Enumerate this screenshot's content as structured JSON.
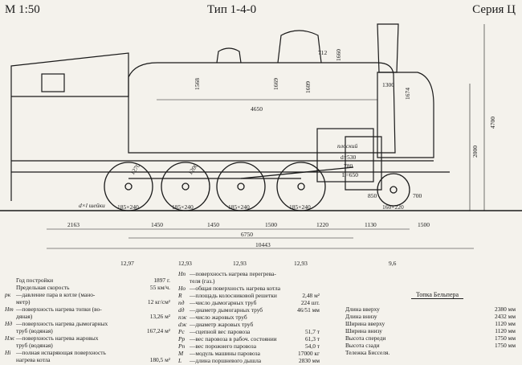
{
  "header": {
    "scale": "М 1:50",
    "type": "Тип 1-4-0",
    "series": "Серия Ц"
  },
  "drawing": {
    "dims_top": [
      "712",
      "1660",
      "1568",
      "1669",
      "1609",
      "1300",
      "1674",
      "4650"
    ],
    "dims_right": [
      "4700",
      "2000"
    ],
    "firebox_labels": [
      "плоский",
      "d=530",
      "780",
      "L=650"
    ],
    "wheel_labels": [
      "1270",
      "1200",
      "850",
      "700"
    ],
    "axle_labels": [
      "d×l шейки",
      "185×240",
      "185×240",
      "185×240",
      "185×240",
      "160×220"
    ],
    "length_row1": [
      "2163",
      "1450",
      "1450",
      "1500",
      "1220",
      "1130",
      "1500"
    ],
    "length_row2": "6750",
    "length_row3": "10443",
    "axle_loads": [
      "12,97",
      "12,93",
      "12,93",
      "12,93",
      "9,6"
    ]
  },
  "specs_left": [
    {
      "sym": "",
      "label": "Год постройки",
      "value": "1897 г."
    },
    {
      "sym": "",
      "label": "Предельная скорость",
      "value": "55 км/ч."
    },
    {
      "sym": "pк",
      "label": "—давление пара в котле (мано-",
      "value": ""
    },
    {
      "sym": "",
      "label": "метр)",
      "value": "12 кг/см²"
    },
    {
      "sym": "Hт",
      "label": "—поверхность нагрева топки (во-",
      "value": ""
    },
    {
      "sym": "",
      "label": "дяная)",
      "value": "13,26 м²"
    },
    {
      "sym": "Hд",
      "label": "—поверхность нагрева дымогарных",
      "value": ""
    },
    {
      "sym": "",
      "label": "труб (водяная)",
      "value": "167,24 м²"
    },
    {
      "sym": "Hж",
      "label": "—поверхность нагрева жаровых",
      "value": ""
    },
    {
      "sym": "",
      "label": "труб (водяная)",
      "value": ""
    },
    {
      "sym": "Hi",
      "label": "—полная испаряющая поверхность",
      "value": ""
    },
    {
      "sym": "",
      "label": "нагрева котла",
      "value": "180,5 м²"
    }
  ],
  "specs_right": [
    {
      "sym": "Hп",
      "label": "—поверхность нагрева перегрева-",
      "value": ""
    },
    {
      "sym": "",
      "label": "теля (газ.)",
      "value": ""
    },
    {
      "sym": "Hо",
      "label": "—общая поверхность нагрева котла",
      "value": ""
    },
    {
      "sym": "R",
      "label": "—площадь колосниковой решетки",
      "value": "2,48 м²"
    },
    {
      "sym": "nд",
      "label": "—число дымогарных труб",
      "value": "224 шт."
    },
    {
      "sym": "dд",
      "label": "—диаметр дымогарных труб",
      "value": "46/51 мм"
    },
    {
      "sym": "nж",
      "label": "—число жаровых труб",
      "value": ""
    },
    {
      "sym": "dж",
      "label": "—диаметр жаровых труб",
      "value": ""
    },
    {
      "sym": "Pс",
      "label": "—сцепной вес паровоза",
      "value": "51,7 т"
    },
    {
      "sym": "Pр",
      "label": "—вес паровоза в рабоч. состоянии",
      "value": "61,3 т"
    },
    {
      "sym": "Pп",
      "label": "—вес порожнего паровоза",
      "value": "54,0 т"
    },
    {
      "sym": "M",
      "label": "—модуль машины паровоза",
      "value": "17000 кг"
    },
    {
      "sym": "L",
      "label": "—длина поршневого дышла",
      "value": "2830 мм"
    }
  ],
  "firebox": {
    "title": "Топка Бельпера",
    "rows": [
      {
        "label": "Длина вверху",
        "value": "2380 мм"
      },
      {
        "label": "Длина внизу",
        "value": "2432 мм"
      },
      {
        "label": "Ширина вверху",
        "value": "1120 мм"
      },
      {
        "label": "Ширина внизу",
        "value": "1120 мм"
      },
      {
        "label": "Высота спереди",
        "value": "1750 мм"
      },
      {
        "label": "Высота сзади",
        "value": "1750 мм"
      },
      {
        "label": "Тележка Бисселя.",
        "value": ""
      }
    ]
  }
}
